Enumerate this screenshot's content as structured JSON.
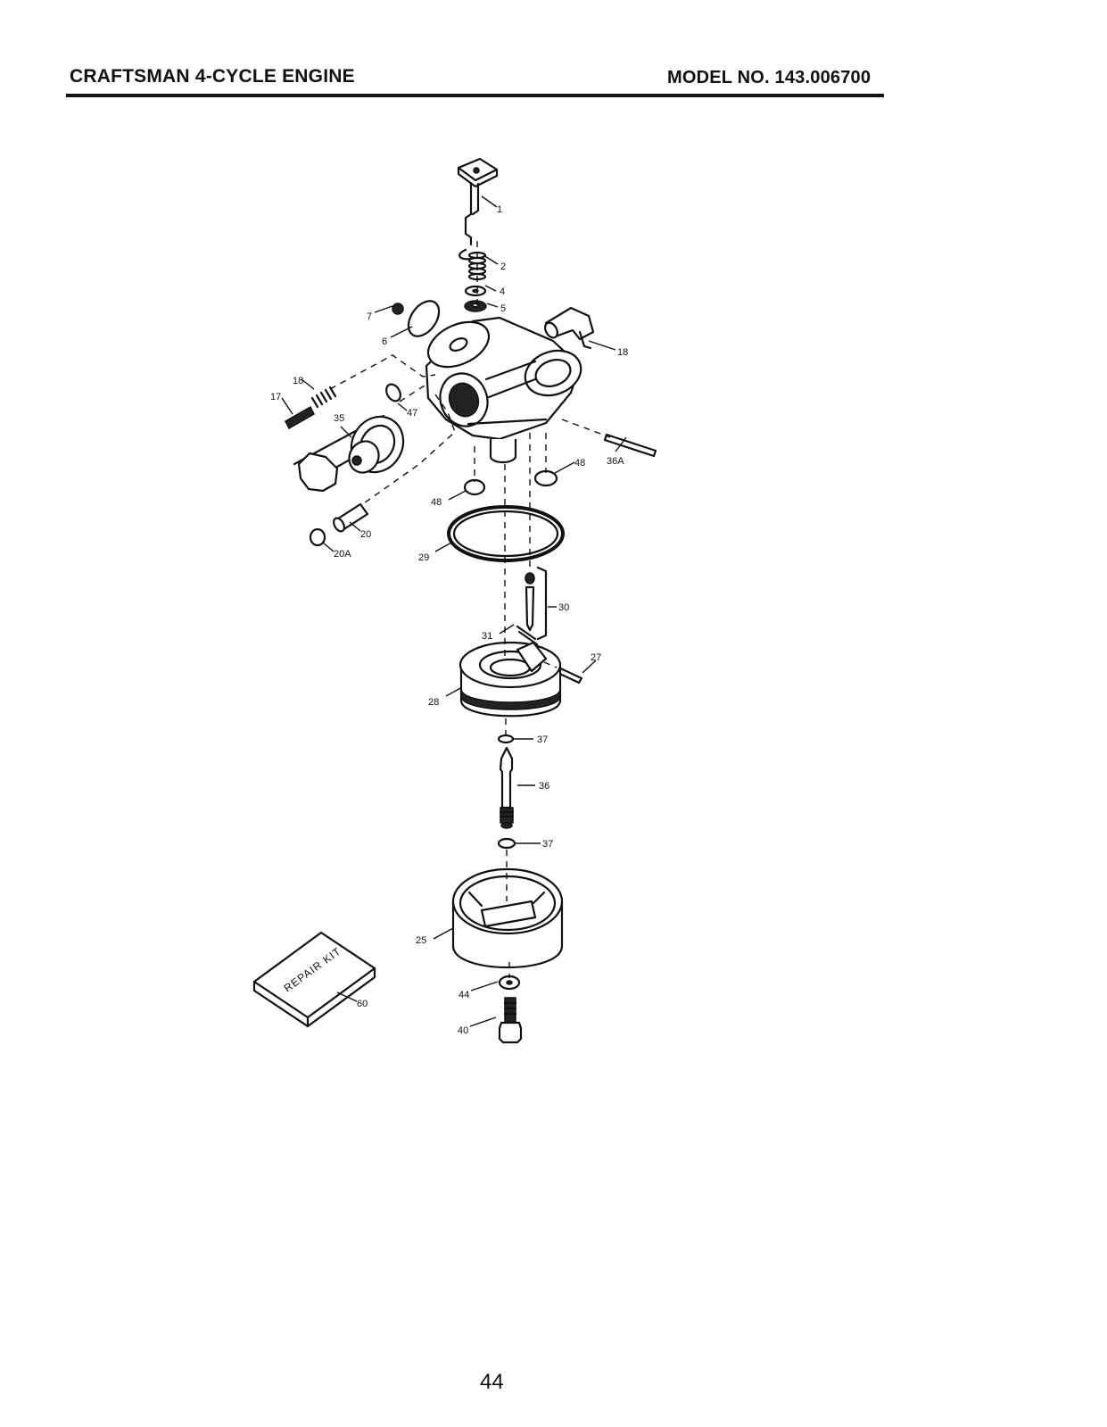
{
  "header": {
    "title": "CRAFTSMAN 4-CYCLE ENGINE",
    "model": "MODEL NO. 143.006700"
  },
  "page_number": "44",
  "callouts": {
    "c1": "1",
    "c2": "2",
    "c4": "4",
    "c5": "5",
    "c6": "6",
    "c7": "7",
    "c17": "17",
    "c18a": "18",
    "c18b": "18",
    "c20": "20",
    "c20a": "20A",
    "c25": "25",
    "c27": "27",
    "c28": "28",
    "c29": "29",
    "c30": "30",
    "c31": "31",
    "c35": "35",
    "c36": "36",
    "c36a": "36A",
    "c37a": "37",
    "c37b": "37",
    "c40": "40",
    "c44": "44",
    "c47": "47",
    "c48a": "48",
    "c48b": "48",
    "c60": "60"
  },
  "repair_kit_label": "REPAIR KIT"
}
